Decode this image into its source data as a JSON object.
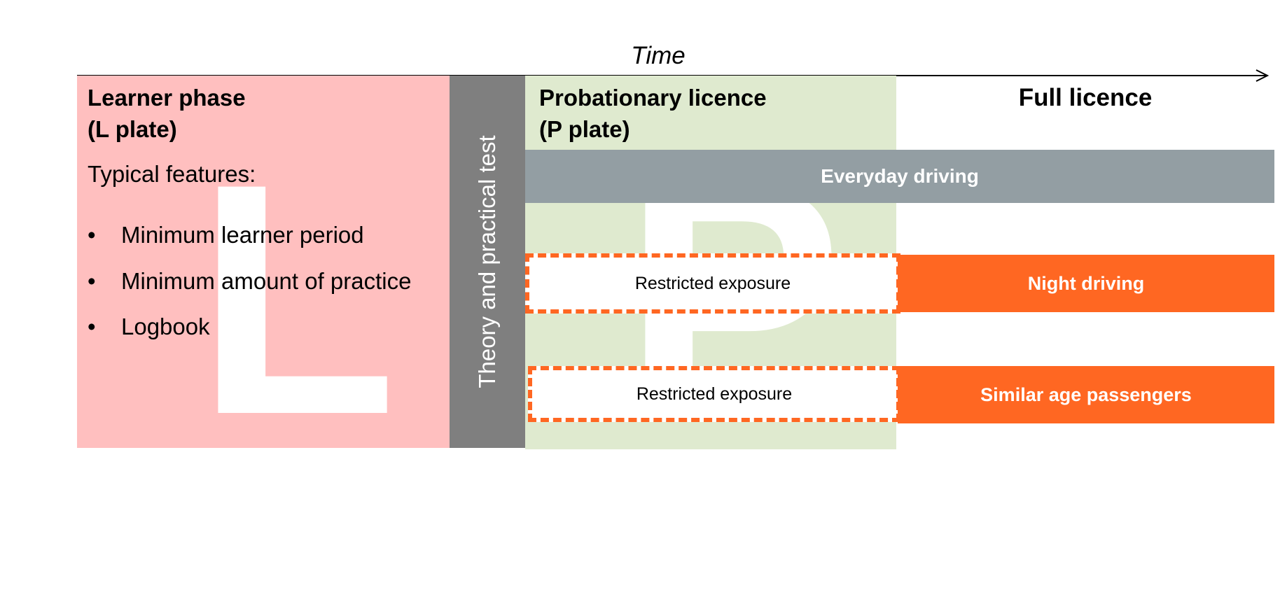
{
  "timeline": {
    "axis_label": "Time"
  },
  "learner": {
    "title_line1": "Learner phase",
    "title_line2": "(L plate)",
    "plate_letter": "L",
    "features_heading": "Typical features:",
    "features": [
      "Minimum learner period",
      "Minimum amount of practice",
      "Logbook"
    ]
  },
  "test": {
    "label": "Theory and practical test"
  },
  "probationary": {
    "title_line1": "Probationary licence",
    "title_line2": "(P plate)",
    "plate_letter": "P"
  },
  "full": {
    "title": "Full licence"
  },
  "bands": {
    "everyday": "Everyday driving",
    "night": "Night driving",
    "passengers": "Similar age passengers"
  },
  "restricted": {
    "night": "Restricted exposure",
    "passengers": "Restricted exposure"
  },
  "colors": {
    "learner": "#ffbfbf",
    "test": "#7f7f7f",
    "probationary": "#dfeacf",
    "everyday": "#939ea3",
    "restriction": "#ff6722"
  }
}
